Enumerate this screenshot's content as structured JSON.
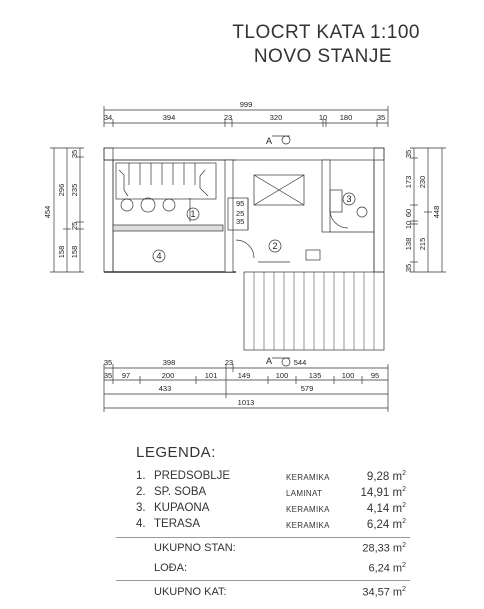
{
  "title": {
    "line1": "TLOCRT KATA 1:100",
    "line2": "NOVO STANJE"
  },
  "plan": {
    "dims_top": {
      "total": "999",
      "segments": [
        "34",
        "394",
        "23",
        "320",
        "10",
        "180",
        "35"
      ]
    },
    "section_label_top": "A",
    "section_label_bottom": "A",
    "dims_bottom": {
      "row1": [
        "35",
        "398",
        "23",
        "544"
      ],
      "row2": [
        "35",
        "97",
        "200",
        "101",
        "149",
        "100",
        "135",
        "100",
        "95"
      ],
      "row3": [
        "433",
        "579"
      ],
      "total": "1013"
    },
    "dims_left": {
      "outer": "454",
      "mid": [
        "296",
        "158"
      ],
      "inner": [
        "35",
        "235",
        "25",
        "158"
      ]
    },
    "dims_right": {
      "outer": "448",
      "mid": [
        "230",
        "215"
      ],
      "inner": [
        "35",
        "173",
        "60",
        "10",
        "138",
        "35"
      ]
    },
    "small_dims": [
      "95",
      "25",
      "35"
    ],
    "room_numbers": [
      "1",
      "2",
      "3",
      "4"
    ]
  },
  "legend": {
    "title": "LEGENDA:",
    "rooms": [
      {
        "num": "1.",
        "name": "PREDSOBLJE",
        "material": "KERAMIKA",
        "area": "9,28 m",
        "unit_sup": "2"
      },
      {
        "num": "2.",
        "name": "SP. SOBA",
        "material": "LAMINAT",
        "area": "14,91 m",
        "unit_sup": "2"
      },
      {
        "num": "3.",
        "name": "KUPAONA",
        "material": "KERAMIKA",
        "area": "4,14 m",
        "unit_sup": "2"
      },
      {
        "num": "4.",
        "name": "TERASA",
        "material": "KERAMIKA",
        "area": "6,24 m",
        "unit_sup": "2"
      }
    ],
    "totals": [
      {
        "label": "UKUPNO STAN:",
        "value": "28,33 m",
        "unit_sup": "2"
      },
      {
        "label": "LOĐA:",
        "value": "6,24 m",
        "unit_sup": "2"
      },
      {
        "label": "UKUPNO KAT:",
        "value": "34,57 m",
        "unit_sup": "2"
      }
    ]
  }
}
